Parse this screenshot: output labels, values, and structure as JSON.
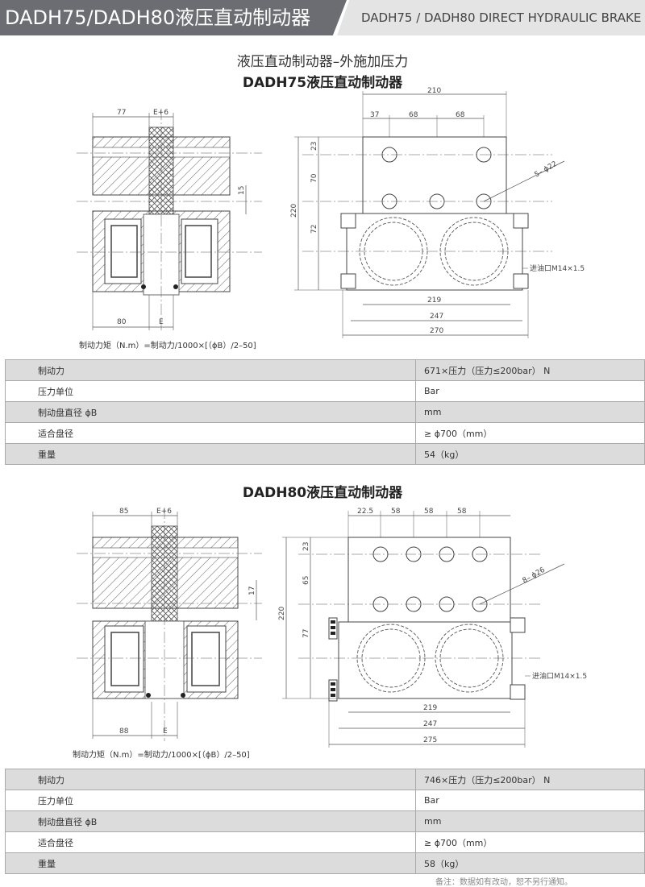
{
  "header": {
    "title_cn": "DADH75/DADH80液压直动制动器",
    "title_en": "DADH75 / DADH80 DIRECT HYDRAULIC BRAKE"
  },
  "subtitle": "液压直动制动器–外施加压力",
  "sections": [
    {
      "title": "DADH75液压直动制动器",
      "formula": "制动力矩（N.m）=制动力/1000×[（ϕB）/2–50]",
      "left_dims": {
        "top_a": "77",
        "top_b": "E+6",
        "side": "15",
        "bottom_a": "80",
        "bottom_b": "E"
      },
      "right_dims": {
        "width_top": "210",
        "d1": "37",
        "d2": "68",
        "d3": "68",
        "h1": "23",
        "h2": "70",
        "h3": "72",
        "height": "220",
        "holes": "5– ϕ22",
        "oil": "进油口M14×1.5",
        "w1": "219",
        "w2": "247",
        "w3": "270"
      },
      "specs": [
        {
          "label": "制动力",
          "value": "671×压力（压力≤200bar） N"
        },
        {
          "label": "压力单位",
          "value": "Bar"
        },
        {
          "label": "制动盘直径 ϕB",
          "value": "mm"
        },
        {
          "label": "适合盘径",
          "value": "≥ ϕ700（mm）"
        },
        {
          "label": "重量",
          "value": "54（kg）"
        }
      ]
    },
    {
      "title": "DADH80液压直动制动器",
      "formula": "制动力矩（N.m）=制动力/1000×[（ϕB）/2–50]",
      "left_dims": {
        "top_a": "85",
        "top_b": "E+6",
        "side": "17",
        "bottom_a": "88",
        "bottom_b": "E"
      },
      "right_dims": {
        "d0": "22.5",
        "d1": "58",
        "d2": "58",
        "d3": "58",
        "h1": "23",
        "h2": "65",
        "h3": "77",
        "height": "220",
        "holes": "8– ϕ26",
        "oil": "进油口M14×1.5",
        "w1": "219",
        "w2": "247",
        "w3": "275"
      },
      "specs": [
        {
          "label": "制动力",
          "value": "746×压力（压力≤200bar） N"
        },
        {
          "label": "压力单位",
          "value": "Bar"
        },
        {
          "label": "制动盘直径 ϕB",
          "value": "mm"
        },
        {
          "label": "适合盘径",
          "value": "≥ ϕ700（mm）"
        },
        {
          "label": "重量",
          "value": "58（kg）"
        }
      ]
    }
  ],
  "footnote": "备注：数据如有改动，恕不另行通知。"
}
